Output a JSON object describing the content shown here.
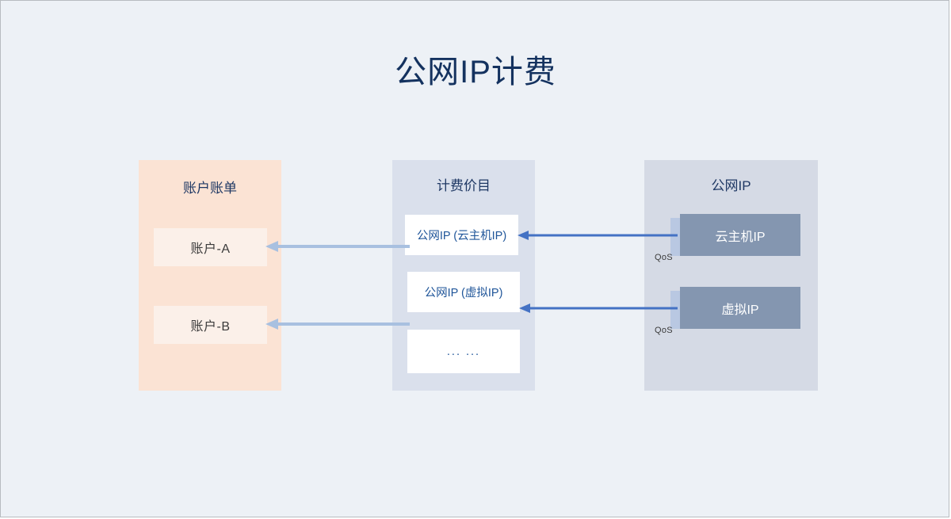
{
  "page": {
    "title": "公网IP计费",
    "background_color": "#edf1f6",
    "title_color": "#14325f"
  },
  "panels": {
    "billing": {
      "title": "账户账单",
      "background_color": "#fbe3d4",
      "cards": [
        {
          "label": "账户-A",
          "name": "account-a"
        },
        {
          "label": "账户-B",
          "name": "account-b"
        }
      ]
    },
    "price": {
      "title": "计费价目",
      "background_color": "#dae0ec",
      "cards": [
        {
          "label": "公网IP (云主机IP)",
          "name": "price-cloud-host-ip"
        },
        {
          "label": "公网IP (虚拟IP)",
          "name": "price-virtual-ip"
        },
        {
          "label": "... ...",
          "name": "price-more"
        }
      ]
    },
    "public_ip": {
      "title": "公网IP",
      "background_color": "#d5dae5",
      "cards": [
        {
          "label": "云主机IP",
          "name": "cloud-host-ip",
          "qos_label": "QoS"
        },
        {
          "label": "虚拟IP",
          "name": "virtual-ip",
          "qos_label": "QoS"
        }
      ]
    }
  },
  "arrows": {
    "pale_color": "#a8c0e0",
    "strong_color": "#4472c4",
    "connections": [
      {
        "from": "price-cloud-host-ip",
        "to": "account-a",
        "style": "pale"
      },
      {
        "from": "price-virtual-ip",
        "to": "account-b",
        "style": "pale"
      },
      {
        "from": "cloud-host-ip",
        "to": "price-cloud-host-ip",
        "style": "strong"
      },
      {
        "from": "virtual-ip",
        "to": "price-virtual-ip",
        "style": "strong"
      }
    ]
  }
}
